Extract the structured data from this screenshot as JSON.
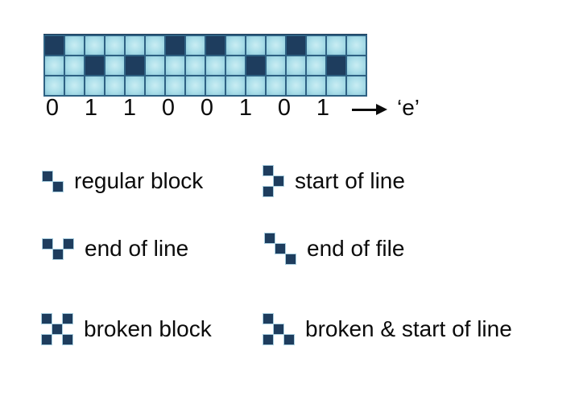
{
  "encoding": {
    "grid": {
      "columns": 16,
      "rows": 3,
      "dark_color": "#1e3d5e",
      "light_color": "#aadee9",
      "line_color": "#2e6183",
      "pattern": [
        "1000001010001000",
        "0010100000100010",
        "0000000000000000"
      ]
    },
    "bits": [
      "0",
      "1",
      "1",
      "0",
      "0",
      "1",
      "0",
      "1"
    ],
    "arrow_icon": "right-arrow",
    "decoded_char": "‘e’"
  },
  "legend": {
    "cell_size": 13,
    "items": [
      {
        "label": "regular block",
        "cells": [
          [
            0,
            0
          ],
          [
            1,
            1
          ]
        ]
      },
      {
        "label": "start of line",
        "cells": [
          [
            0,
            0
          ],
          [
            1,
            1
          ],
          [
            0,
            2
          ]
        ]
      },
      {
        "label": "end of line",
        "cells": [
          [
            0,
            0
          ],
          [
            2,
            0
          ],
          [
            1,
            1
          ]
        ]
      },
      {
        "label": "end of file",
        "cells": [
          [
            0,
            0
          ],
          [
            1,
            1
          ],
          [
            2,
            2
          ]
        ]
      },
      {
        "label": "broken block",
        "cells": [
          [
            0,
            0
          ],
          [
            2,
            0
          ],
          [
            1,
            1
          ],
          [
            0,
            2
          ],
          [
            2,
            2
          ]
        ]
      },
      {
        "label": "broken & start of line",
        "cells": [
          [
            0,
            0
          ],
          [
            1,
            1
          ],
          [
            0,
            2
          ],
          [
            2,
            2
          ]
        ]
      }
    ]
  }
}
